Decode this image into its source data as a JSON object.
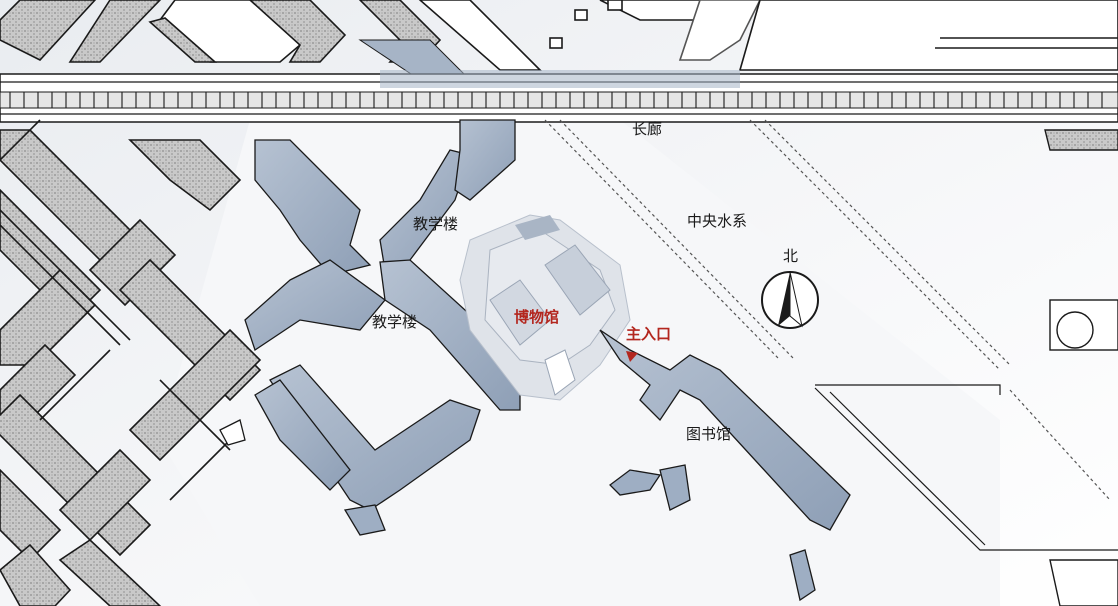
{
  "labels": {
    "corridor": "长廊",
    "water": "中央水系",
    "teaching_building_1": "教学楼",
    "teaching_building_2": "教学楼",
    "museum": "博物馆",
    "main_entrance": "主入口",
    "library": "图书馆",
    "north": "北"
  },
  "colors": {
    "building_fill": "#9eaec3",
    "museum_fill": "#d9dee6",
    "highlight": "#b3261e",
    "line": "#1a1a1a",
    "ground": "#f3f4f6"
  },
  "icons": [
    "north-arrow-icon",
    "entrance-marker-icon"
  ]
}
